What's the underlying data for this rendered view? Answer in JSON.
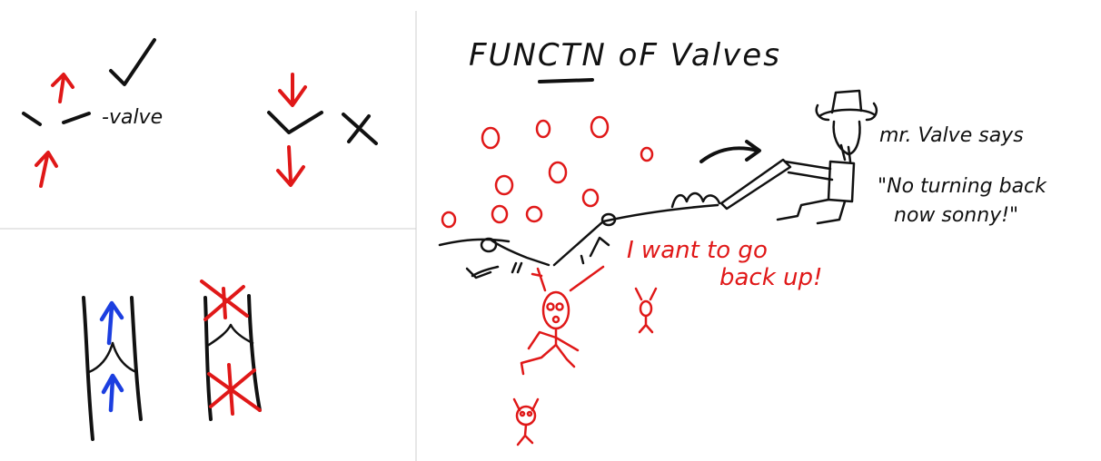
{
  "colors": {
    "ink_black": "#111111",
    "ink_red": "#e01818",
    "ink_blue": "#1c3fe0",
    "divider": "#cfcfcf",
    "background": "#ffffff"
  },
  "panels": {
    "top_left": {
      "valve_label": "-valve",
      "open_mark": "✓",
      "closed_mark": "✕"
    },
    "bottom_left": {},
    "right": {
      "title": "FUNCTN oF Valves",
      "speech_line1": "mr. Valve says",
      "speech_line2": "\"No turning back",
      "speech_line3": "now sonny!\"",
      "cry_line1": "I want to go",
      "cry_line2": "back up!"
    }
  }
}
